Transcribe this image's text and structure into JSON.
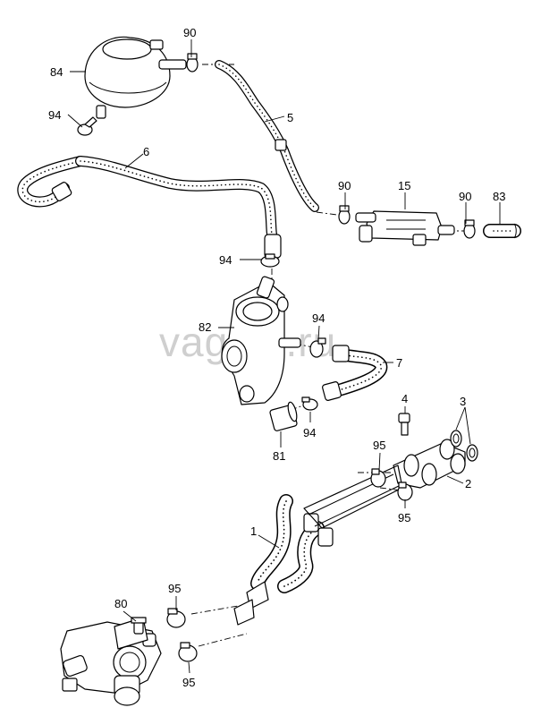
{
  "watermark": "vagteс.ru",
  "callouts": [
    {
      "id": "c-90-top",
      "text": "90"
    },
    {
      "id": "c-84",
      "text": "84"
    },
    {
      "id": "c-94-a",
      "text": "94"
    },
    {
      "id": "c-5",
      "text": "5"
    },
    {
      "id": "c-6",
      "text": "6"
    },
    {
      "id": "c-90-mid",
      "text": "90"
    },
    {
      "id": "c-15",
      "text": "15"
    },
    {
      "id": "c-90-right",
      "text": "90"
    },
    {
      "id": "c-83",
      "text": "83"
    },
    {
      "id": "c-94-b",
      "text": "94"
    },
    {
      "id": "c-82",
      "text": "82"
    },
    {
      "id": "c-94-c",
      "text": "94"
    },
    {
      "id": "c-7",
      "text": "7"
    },
    {
      "id": "c-94-d",
      "text": "94"
    },
    {
      "id": "c-81",
      "text": "81"
    },
    {
      "id": "c-4",
      "text": "4"
    },
    {
      "id": "c-3",
      "text": "3"
    },
    {
      "id": "c-95-a",
      "text": "95"
    },
    {
      "id": "c-2",
      "text": "2"
    },
    {
      "id": "c-95-b",
      "text": "95"
    },
    {
      "id": "c-1",
      "text": "1"
    },
    {
      "id": "c-80",
      "text": "80"
    },
    {
      "id": "c-95-c",
      "text": "95"
    },
    {
      "id": "c-95-d",
      "text": "95"
    }
  ]
}
